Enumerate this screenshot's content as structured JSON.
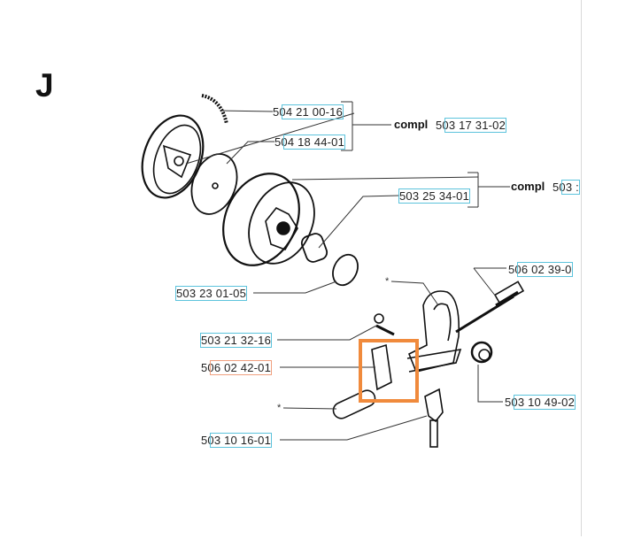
{
  "section_letter": "J",
  "colors": {
    "label_box": "#5cc3dc",
    "selected_box": "#f0a080",
    "highlight": "#f08a3c"
  },
  "compl_word": "compl",
  "asterisk": "*",
  "parts": [
    {
      "number": "504 21 00-16"
    },
    {
      "number": "504 18 44-01"
    },
    {
      "number": "503 17 31-02"
    },
    {
      "number": "503 :"
    },
    {
      "number": "503 25 34-01"
    },
    {
      "number": "503 23 01-05"
    },
    {
      "number": "506 02 39-0"
    },
    {
      "number": "503 21 32-16"
    },
    {
      "number": "506 02 42-01",
      "selected": true
    },
    {
      "number": "503 10 49-02"
    },
    {
      "number": "503 10 16-01"
    }
  ]
}
